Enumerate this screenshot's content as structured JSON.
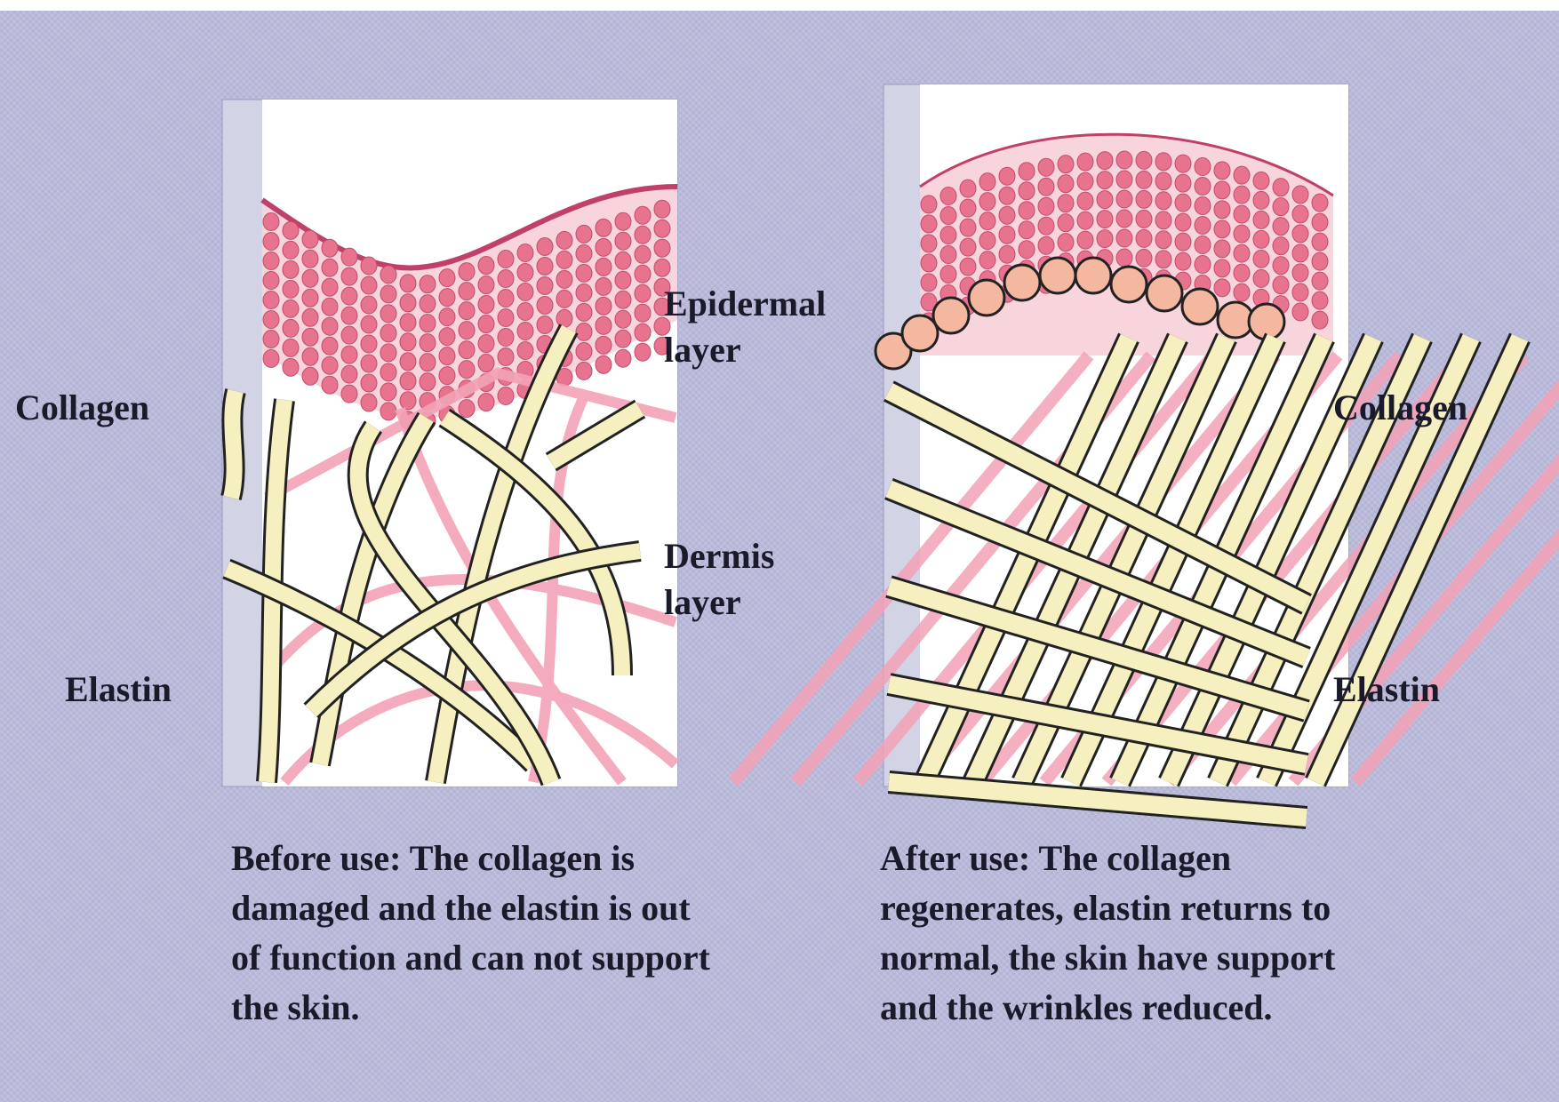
{
  "labels": {
    "left_collagen": "Collagen",
    "left_elastin": "Elastin",
    "epidermal": "Epidermal\nlayer",
    "dermis": "Dermis\nlayer",
    "right_collagen": "Collagen",
    "right_elastin": "Elastin"
  },
  "captions": {
    "before": "Before use: The collagen is damaged and the elastin is out of function and can not support the skin.",
    "after": "After use: The collagen regenerates, elastin returns to normal, the skin have support and the wrinkles reduced."
  },
  "colors": {
    "background": "#b9b9da",
    "cells": "#e8738f",
    "collagen": "#f6f0c0",
    "elastin": "#f3a2b6"
  }
}
